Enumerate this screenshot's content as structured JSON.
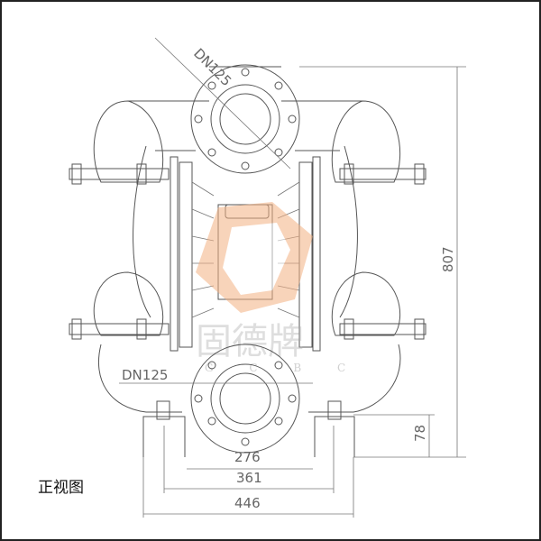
{
  "caption": "正视图",
  "labels": {
    "dn_top": "DN125",
    "dn_bottom": "DN125"
  },
  "dimensions": {
    "height_total": "807",
    "foot_height": "78",
    "width_inner": "276",
    "width_mid": "361",
    "width_outer": "446"
  },
  "watermark": {
    "brand_cn": "固德牌",
    "brand_letters": "G C B C"
  },
  "colors": {
    "line": "#555555",
    "watermark": "#f4b183"
  }
}
